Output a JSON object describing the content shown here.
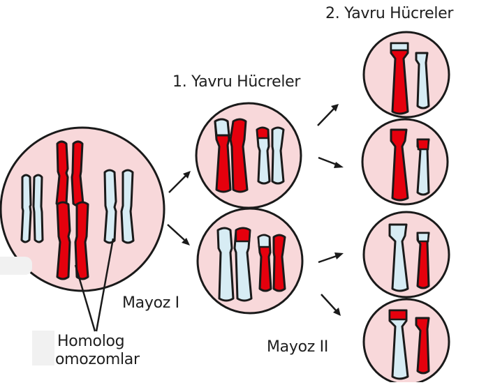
{
  "labels": {
    "second_generation": "2. Yavru Hücreler",
    "first_generation": "1. Yavru Hücreler",
    "meiosis_one": "Mayoz I",
    "meiosis_two": "Mayoz II",
    "homolog_line1": "Homolog",
    "homolog_line2": "omozomlar"
  },
  "colors": {
    "cell_fill": "#f8d8da",
    "outline": "#1a1a1a",
    "red_chromosome": "#e5000d",
    "blue_chromosome": "#d7ecf4",
    "arrow": "#1a1a1a"
  }
}
